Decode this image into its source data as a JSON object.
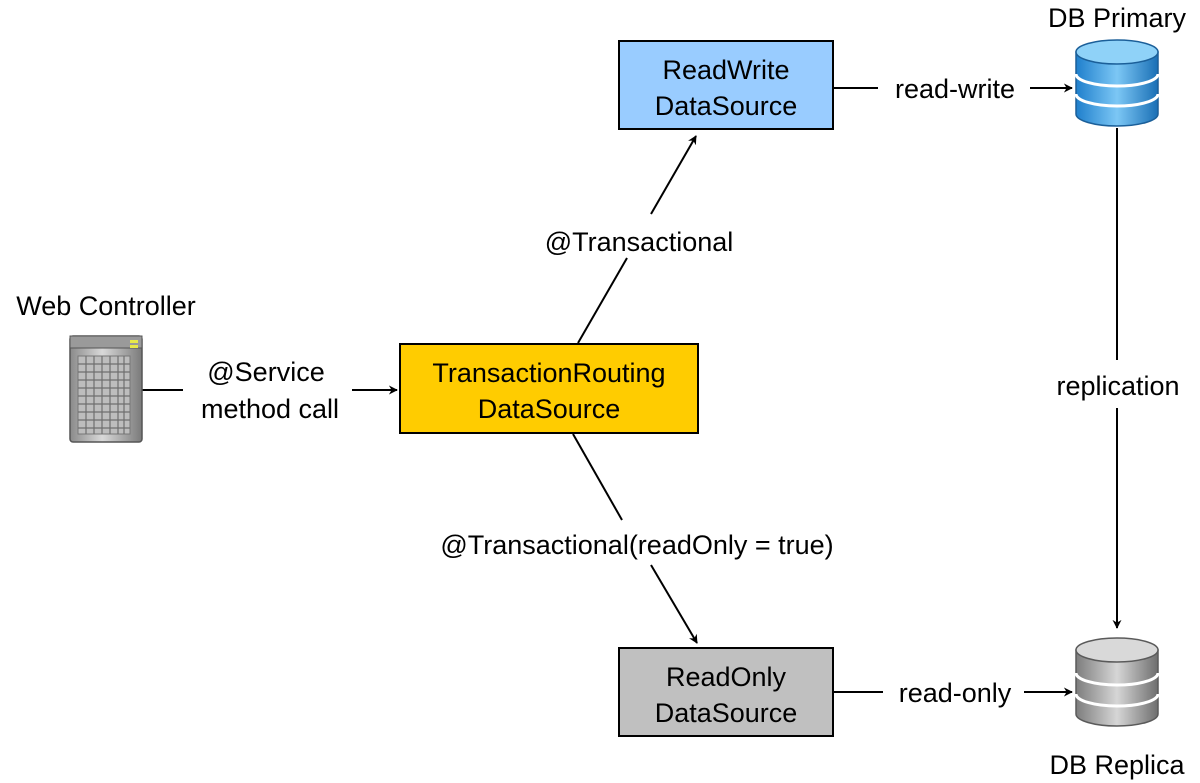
{
  "nodes": {
    "web_controller": {
      "label": "Web Controller"
    },
    "routing": {
      "line1": "TransactionRouting",
      "line2": "DataSource",
      "fill": "#ffcc00"
    },
    "read_write": {
      "line1": "ReadWrite",
      "line2": "DataSource",
      "fill": "#99ccff"
    },
    "read_only": {
      "line1": "ReadOnly",
      "line2": "DataSource",
      "fill": "#c0c0c0"
    },
    "db_primary": {
      "label": "DB Primary",
      "color": "#4fa8e8"
    },
    "db_replica": {
      "label": "DB Replica",
      "color": "#a6a6a6"
    }
  },
  "edges": {
    "service_call": {
      "line1": "@Service",
      "line2": "method call"
    },
    "transactional": {
      "label": "@Transactional"
    },
    "transactional_readonly": {
      "label": "@Transactional(readOnly = true)"
    },
    "read_write": {
      "label": "read-write"
    },
    "read_only": {
      "label": "read-only"
    },
    "replication": {
      "label": "replication"
    }
  }
}
